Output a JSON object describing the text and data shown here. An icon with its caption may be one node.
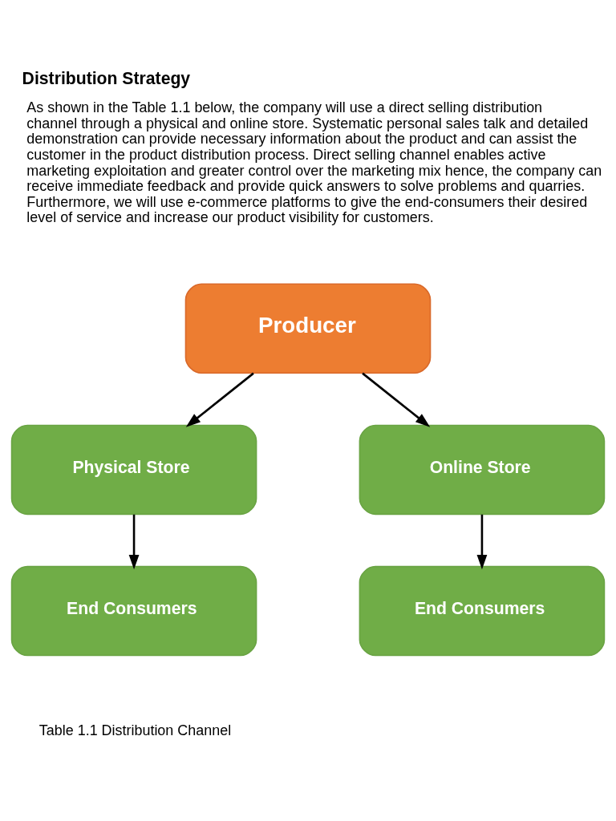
{
  "diagram": {
    "title": "Distribution Strategy",
    "caption": "Table 1.1 Distribution Channel",
    "nodes": [
      {
        "text": [
          "Producer"
        ]
      },
      {
        "text": [
          "Physical Store"
        ]
      },
      {
        "text": [
          "Online Store"
        ]
      },
      {
        "text": [
          "End Consumers"
        ]
      },
      {
        "text": [
          "End Consumers"
        ]
      }
    ],
    "edges": [
      {
        "from": 0,
        "to": 1,
        "arrow": "to"
      },
      {
        "from": 0,
        "to": 2,
        "arrow": "to"
      },
      {
        "from": 1,
        "to": 3,
        "arrow": "to"
      },
      {
        "from": 2,
        "to": 4,
        "arrow": "to"
      }
    ],
    "labels": [
      "As shown in the Table 1.1 below, the company will use a direct selling distribution channel through a physical and online store. Systematic personal sales talk and detailed demonstration can provide necessary information about the product and can assist the customer in the product distribution process. Direct selling channel enables active marketing exploitation and greater control over the marketing mix hence, the company can receive immediate feedback and provide quick answers to solve problems and quarries. Furthermore, we will use e-commerce platforms to give the end-consumers their desired level of service and increase our product visibility for customers."
    ]
  }
}
